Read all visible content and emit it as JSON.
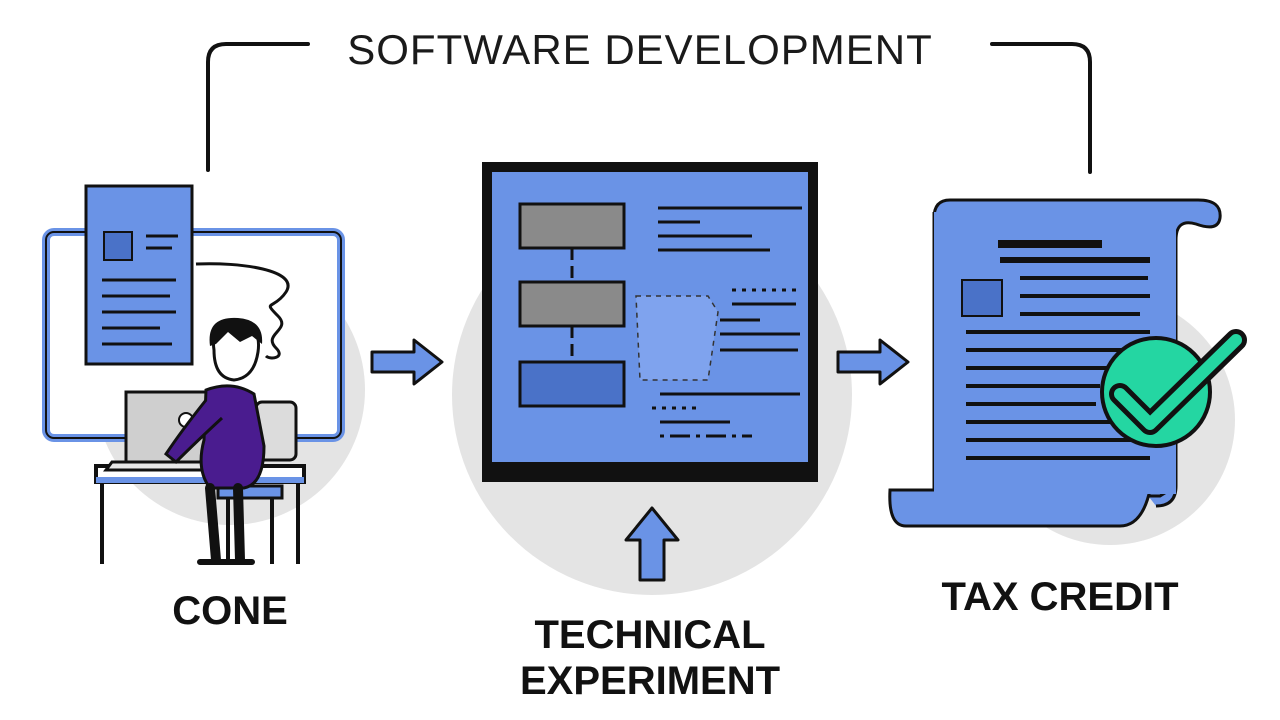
{
  "diagram": {
    "title": "SOFTWARE DEVELOPMENT",
    "steps": [
      {
        "label": "CONE",
        "icon": "developer-at-computer-icon"
      },
      {
        "label_line1": "TECHNICAL",
        "label_line2": "EXPERIMENT",
        "icon": "flowchart-screen-icon"
      },
      {
        "label": "TAX CREDIT",
        "icon": "approved-document-icon"
      }
    ]
  },
  "colors": {
    "accent_blue": "#6a93e6",
    "outline": "#111111",
    "gray_box": "#8a8a8a",
    "shadow_circle": "#e4e4e4",
    "person_purple": "#4a1c8f",
    "check_teal": "#24d6a2"
  }
}
